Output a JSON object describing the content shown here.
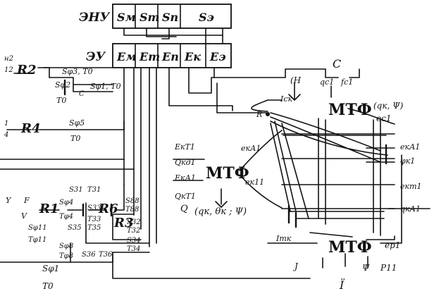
{
  "labels": {
    "enu": "ЭНУ",
    "eu": "ЭУ",
    "s_m": "Sм",
    "s_t": "Sт",
    "s_p": "Sп",
    "s_e": "Sэ",
    "e_m": "Eм",
    "e_t": "Eт",
    "e_p": "Eп",
    "e_k": "Eк",
    "e_e": "Eэ",
    "mtf_top": "МТФ",
    "mtf_mid": "МТФ",
    "mtf_bot": "МТФ",
    "c": "C",
    "h": "(H",
    "q_c1": "qс1",
    "f_c1": "fс1",
    "qk_psi": "(qк, Ψ)",
    "e_c1": "eс1",
    "i_sk": "Iск",
    "r_small": "R",
    "e_ka1_right": "eкА1",
    "phi_k1": "φк1",
    "e_kt1_right": "eкт1",
    "q_ka1_right": "qкА1",
    "e_p1": "eр1",
    "p_11": "P11",
    "i_tk": "Iтк",
    "j_bottom": "J",
    "psi_bottom": "Ψ",
    "i_ddot": "Ï",
    "e_kt1_left": "EкТ1",
    "q_ka1_left": "Qкд1",
    "e_ka1_left": "EкА1",
    "q_kt1_left": "QкТ1",
    "q_big": "Q",
    "mid_params": "(qк, θк ; Ψ)",
    "e_ka1_mid": "eкА1",
    "e_k11_mid": "eк11",
    "r2": "R2",
    "r4": "R4",
    "r1": "R1",
    "r6": "R6",
    "r3": "R3",
    "left_top_a": "н2",
    "left_top_b": "12",
    "left_mid_a": "1",
    "left_mid_b": "4",
    "s_phi3_t0": "Sφ3, T0",
    "s_phi2": "Sφ2",
    "t0_a": "T0",
    "s_phi1_t0": "Sφ1, T0",
    "c_small": "C",
    "s_phi5": "Sφ5",
    "t0_b": "T0",
    "y": "Y",
    "f": "F",
    "v": "V",
    "s_phi4": "Sφ4",
    "t_phi4": "Tφ4",
    "s_phi11": "Sφ11",
    "t_phi11": "Tφ11",
    "s_31": "S31",
    "t_31": "T31",
    "s_35": "S35",
    "t_35": "T35",
    "s_phi8": "Sφ8",
    "t_phi8": "Tφ8",
    "s_36": "S36",
    "t_36": "T36",
    "s_33": "S33",
    "t_33": "T33",
    "s_88": "S88",
    "t_88": "T88",
    "s_32": "S32",
    "t_32": "T32",
    "s_34": "S34",
    "t_34": "T34",
    "s_phi1_bottom": "Sφ1",
    "t0_c": "T0"
  }
}
